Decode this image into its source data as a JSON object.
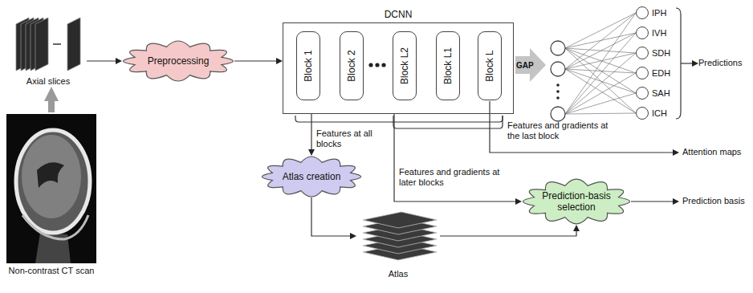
{
  "diagram": {
    "nodes": [
      {
        "text": [
          "Axial slices"
        ]
      },
      {
        "text": [
          "Non-contrast CT scan"
        ]
      },
      {
        "text": [
          "Preprocessing"
        ]
      },
      {
        "text": [
          "DCNN"
        ]
      },
      {
        "text": [
          "Block 1"
        ],
        "in": 3
      },
      {
        "text": [
          "Block 2"
        ],
        "in": 3
      },
      {
        "text": [
          "Block L2"
        ],
        "in": 3
      },
      {
        "text": [
          "Block L1"
        ],
        "in": 3
      },
      {
        "text": [
          "Block L"
        ],
        "in": 3
      },
      {
        "text": [
          "IPH"
        ]
      },
      {
        "text": [
          "IVH"
        ]
      },
      {
        "text": [
          "SDH"
        ]
      },
      {
        "text": [
          "EDH"
        ]
      },
      {
        "text": [
          "SAH"
        ]
      },
      {
        "text": [
          "ICH"
        ]
      },
      {
        "text": [
          "Atlas creation"
        ]
      },
      {
        "text": [
          "Atlas"
        ]
      },
      {
        "text": [
          "Prediction-basis selection"
        ]
      }
    ],
    "edges": [
      {
        "from": 1,
        "to": 0,
        "arrow": "to"
      },
      {
        "from": 0,
        "to": 2,
        "arrow": "to"
      },
      {
        "from": 2,
        "to": 3,
        "arrow": "to"
      },
      {
        "from": 3,
        "to": 15,
        "label": "Features at all blocks",
        "arrow": "to"
      },
      {
        "from": 15,
        "to": 16,
        "arrow": "to"
      },
      {
        "from": 16,
        "to": 17,
        "arrow": "to"
      },
      {
        "from": 3,
        "to": 17,
        "label": "Features and gradients at later blocks",
        "arrow": "to"
      }
    ],
    "labels": [
      "GAP",
      "Predictions",
      "Features and gradients at the last block",
      "Attention maps",
      "Prediction basis"
    ]
  }
}
